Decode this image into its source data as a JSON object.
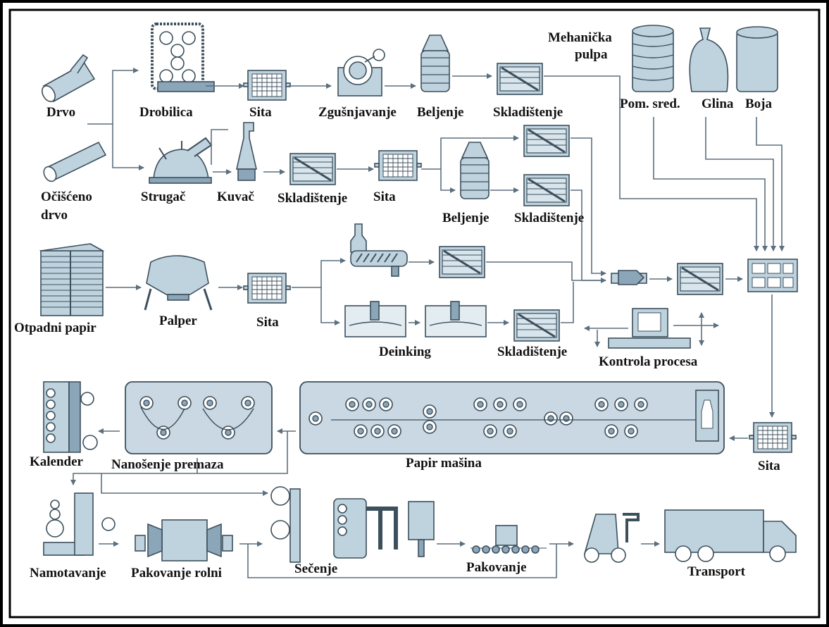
{
  "labels": {
    "drvo": "Drvo",
    "ociscenoDrvo1": "Očišćeno",
    "ociscenoDrvo2": "drvo",
    "otpadniPapir": "Otpadni papir",
    "drobilica": "Drobilica",
    "sita1": "Sita",
    "zgusnjavanje": "Zgušnjavanje",
    "beljenje1": "Beljenje",
    "skladistenje1": "Skladištenje",
    "mehanicka1": "Mehanička",
    "mehanicka2": "pulpa",
    "pomSred": "Pom. sred.",
    "glina": "Glina",
    "boja": "Boja",
    "strugac": "Strugač",
    "kuvac": "Kuvač",
    "skladistenje2": "Skladištenje",
    "sita2": "Sita",
    "beljenje2": "Beljenje",
    "skladistenje3": "Skladištenje",
    "palper": "Palper",
    "sita3": "Sita",
    "deinking": "Deinking",
    "skladistenje4": "Skladištenje",
    "kontrola": "Kontrola procesa",
    "kalender": "Kalender",
    "nanosenje": "Nanošenje premaza",
    "papirMasina": "Papir mašina",
    "sita4": "Sita",
    "namotavanje": "Namotavanje",
    "pakovanjeRolni": "Pakovanje rolni",
    "secenje": "Sečenje",
    "pakovanje": "Pakovanje",
    "transport": "Transport"
  },
  "colors": {
    "equipment": "#bfd3df",
    "equipment_dark": "#8aa6b8",
    "outline": "#3c4f5c",
    "flow_line": "#5b6f7e",
    "frame": "#000000"
  }
}
